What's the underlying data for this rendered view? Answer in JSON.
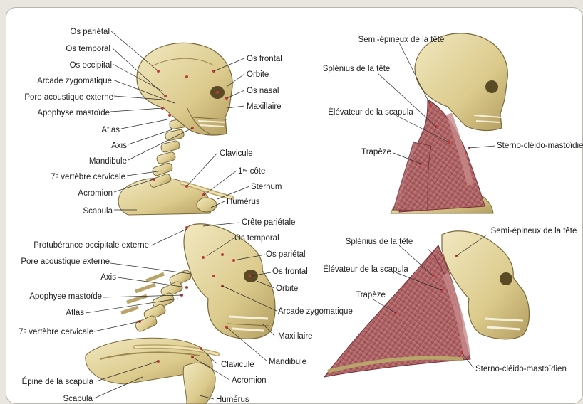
{
  "colors": {
    "bone": "#e6d9a5",
    "bone_shadow": "#b9a56a",
    "bone_dark": "#7a6a3c",
    "muscle": "#b8666b",
    "muscle_dark": "#8a3e45",
    "leader_line": "#2a2a2a",
    "marker": "#c23a3a"
  },
  "panels": {
    "human_skeleton": {
      "labels": {
        "os_parietal": "Os pariétal",
        "os_temporal": "Os temporal",
        "os_occipital": "Os occipital",
        "arcade_zygomatique": "Arcade zygomatique",
        "pore_acoustique_externe": "Pore acoustique externe",
        "apophyse_mastoide": "Apophyse mastoïde",
        "atlas": "Atlas",
        "axis": "Axis",
        "mandibule": "Mandibule",
        "vertebre_cervicale": "7ᵉ vertèbre cervicale",
        "acromion": "Acromion",
        "scapula": "Scapula",
        "os_frontal": "Os frontal",
        "orbite": "Orbite",
        "os_nasal": "Os nasal",
        "maxillaire": "Maxillaire",
        "clavicule": "Clavicule",
        "premiere_cote": "1ʳᵉ côte",
        "sternum": "Sternum",
        "humerus": "Humérus"
      }
    },
    "human_muscles": {
      "labels": {
        "semi_epineux": "Semi-épineux de la tête",
        "splenius": "Splénius de la tête",
        "elevateur_scapula": "Élévateur de la scapula",
        "trapeze": "Trapèze",
        "sterno_cleido": "Sterno-cléido-mastoïdien"
      }
    },
    "gorilla_skeleton": {
      "labels": {
        "crete_parietale": "Crête pariétale",
        "protuberance": "Protubérance occipitale externe",
        "os_temporal": "Os temporal",
        "os_parietal": "Os pariétal",
        "pore_acoustique_externe": "Pore acoustique externe",
        "os_frontal": "Os frontal",
        "axis": "Axis",
        "orbite": "Orbite",
        "apophyse_mastoide": "Apophyse mastoïde",
        "atlas": "Atlas",
        "arcade_zygomatique": "Arcade zygomatique",
        "vertebre_cervicale": "7ᵉ vertèbre cervicale",
        "maxillaire": "Maxillaire",
        "mandibule": "Mandibule",
        "clavicule": "Clavicule",
        "epine_scapula": "Épine de la scapula",
        "acromion": "Acromion",
        "scapula": "Scapula",
        "humerus": "Humérus"
      }
    },
    "gorilla_muscles": {
      "labels": {
        "splenius": "Splénius de la tête",
        "semi_epineux": "Semi-épineux de la tête",
        "elevateur_scapula": "Élévateur de la scapula",
        "trapeze": "Trapèze",
        "sterno_cleido": "Sterno-cléido-mastoïdien"
      }
    }
  }
}
